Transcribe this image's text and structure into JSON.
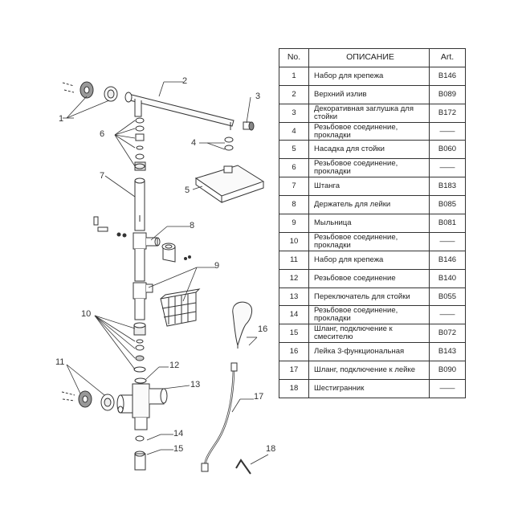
{
  "table": {
    "headers": {
      "no": "No.",
      "description": "ОПИСАНИЕ",
      "art": "Art."
    },
    "rows": [
      {
        "no": "1",
        "description": "Набор для крепежа",
        "art": "B146"
      },
      {
        "no": "2",
        "description": "Верхний излив",
        "art": "B089"
      },
      {
        "no": "3",
        "description": "Декоративная заглушка для стойки",
        "art": "B172"
      },
      {
        "no": "4",
        "description": "Резьбовое соединение, прокладки",
        "art": "——"
      },
      {
        "no": "5",
        "description": "Насадка для стойки",
        "art": "B060"
      },
      {
        "no": "6",
        "description": "Резьбовое соединение, прокладки",
        "art": "——"
      },
      {
        "no": "7",
        "description": "Штанга",
        "art": "B183"
      },
      {
        "no": "8",
        "description": "Держатель для лейки",
        "art": "B085"
      },
      {
        "no": "9",
        "description": "Мыльница",
        "art": "B081"
      },
      {
        "no": "10",
        "description": "Резьбовое соединение, прокладки",
        "art": "——"
      },
      {
        "no": "11",
        "description": "Набор для крепежа",
        "art": "B146"
      },
      {
        "no": "12",
        "description": "Резьбовое соединение",
        "art": "B140"
      },
      {
        "no": "13",
        "description": "Переключатель для стойки",
        "art": "B055"
      },
      {
        "no": "14",
        "description": "Резьбовое соединение, прокладки",
        "art": "——"
      },
      {
        "no": "15",
        "description": "Шланг, подключение к смесителю",
        "art": "B072"
      },
      {
        "no": "16",
        "description": "Лейка 3-функциональная",
        "art": "B143"
      },
      {
        "no": "17",
        "description": "Шланг, подключение к лейке",
        "art": "B090"
      },
      {
        "no": "18",
        "description": "Шестигранник",
        "art": "——"
      }
    ]
  },
  "callouts": [
    "1",
    "2",
    "3",
    "4",
    "5",
    "6",
    "7",
    "8",
    "9",
    "10",
    "11",
    "12",
    "13",
    "14",
    "15",
    "16",
    "17",
    "18"
  ]
}
